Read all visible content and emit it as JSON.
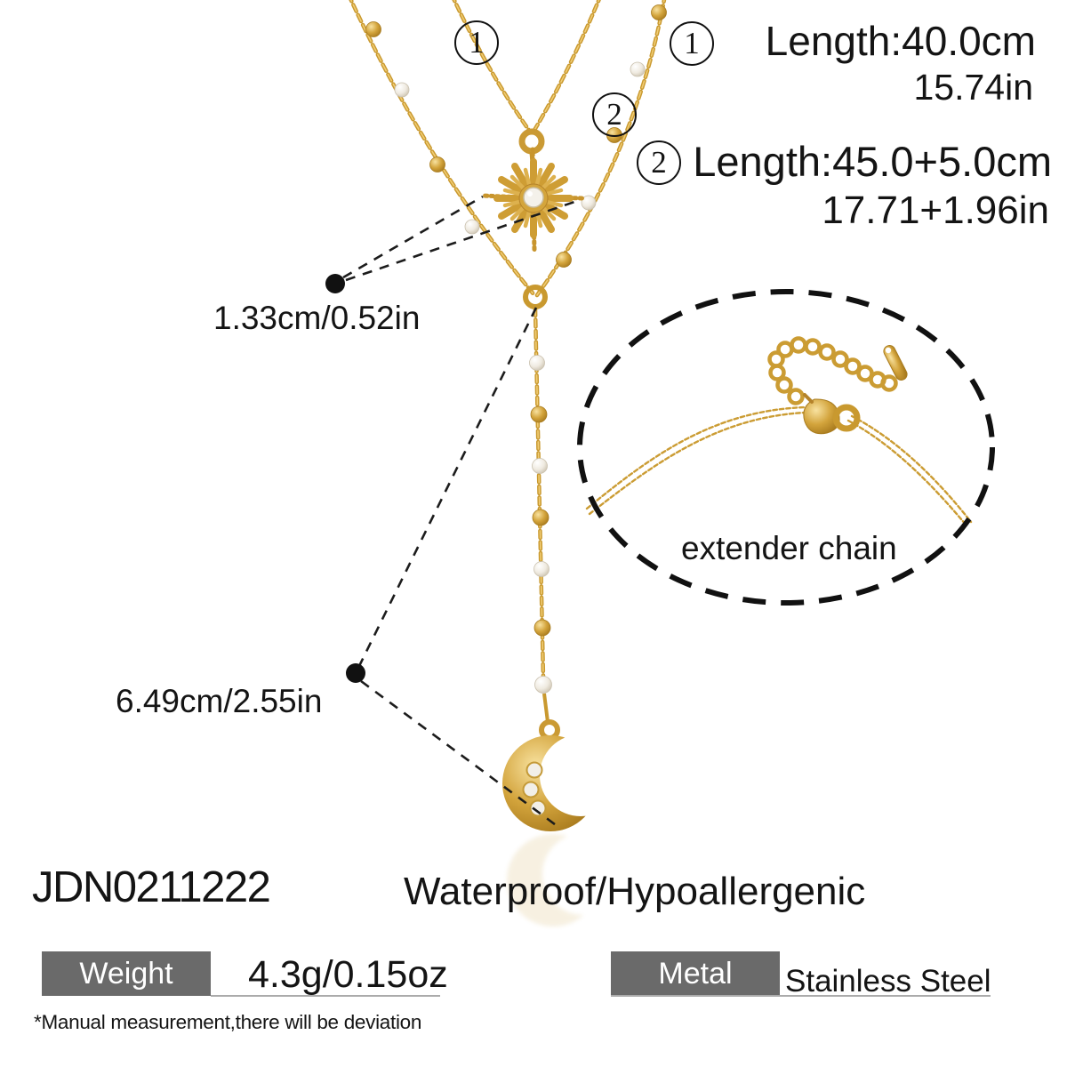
{
  "colors": {
    "gold": "#D2A238",
    "gold_dark": "#A87B1E",
    "gold_light": "#F0CC74",
    "pearl": "#F2EFE8",
    "spec_box_gray": "#6A6A6A",
    "rule_gray": "#ABABAB",
    "text_black": "#141414"
  },
  "icons": {
    "sun_pendant": "sunburst-star-with-stone",
    "moon_pendant": "crescent-moon-with-rhinestones",
    "clasp": "lobster-clasp",
    "extender": "curb-extender-chain-with-tag",
    "beads": "gold-and-pearl-station-beads"
  },
  "callouts": [
    {
      "symbol": "1"
    },
    {
      "symbol": "2"
    }
  ],
  "legend": [
    {
      "symbol": "1",
      "length_cm": "Length:40.0cm",
      "length_in": "15.74in"
    },
    {
      "symbol": "2",
      "length_cm": "Length:45.0+5.0cm",
      "length_in": "17.71+1.96in"
    }
  ],
  "measurements": {
    "pendant_width": "1.33cm/0.52in",
    "drop_length": "6.49cm/2.55in"
  },
  "inset": {
    "label": "extender chain"
  },
  "product": {
    "sku": "JDN0211222",
    "feature": "Waterproof/Hypoallergenic",
    "specs": [
      {
        "label": "Weight",
        "value": "4.3g/0.15oz"
      },
      {
        "label": "Metal",
        "value": "Stainless Steel"
      }
    ],
    "note": "*Manual measurement,there will be deviation"
  }
}
